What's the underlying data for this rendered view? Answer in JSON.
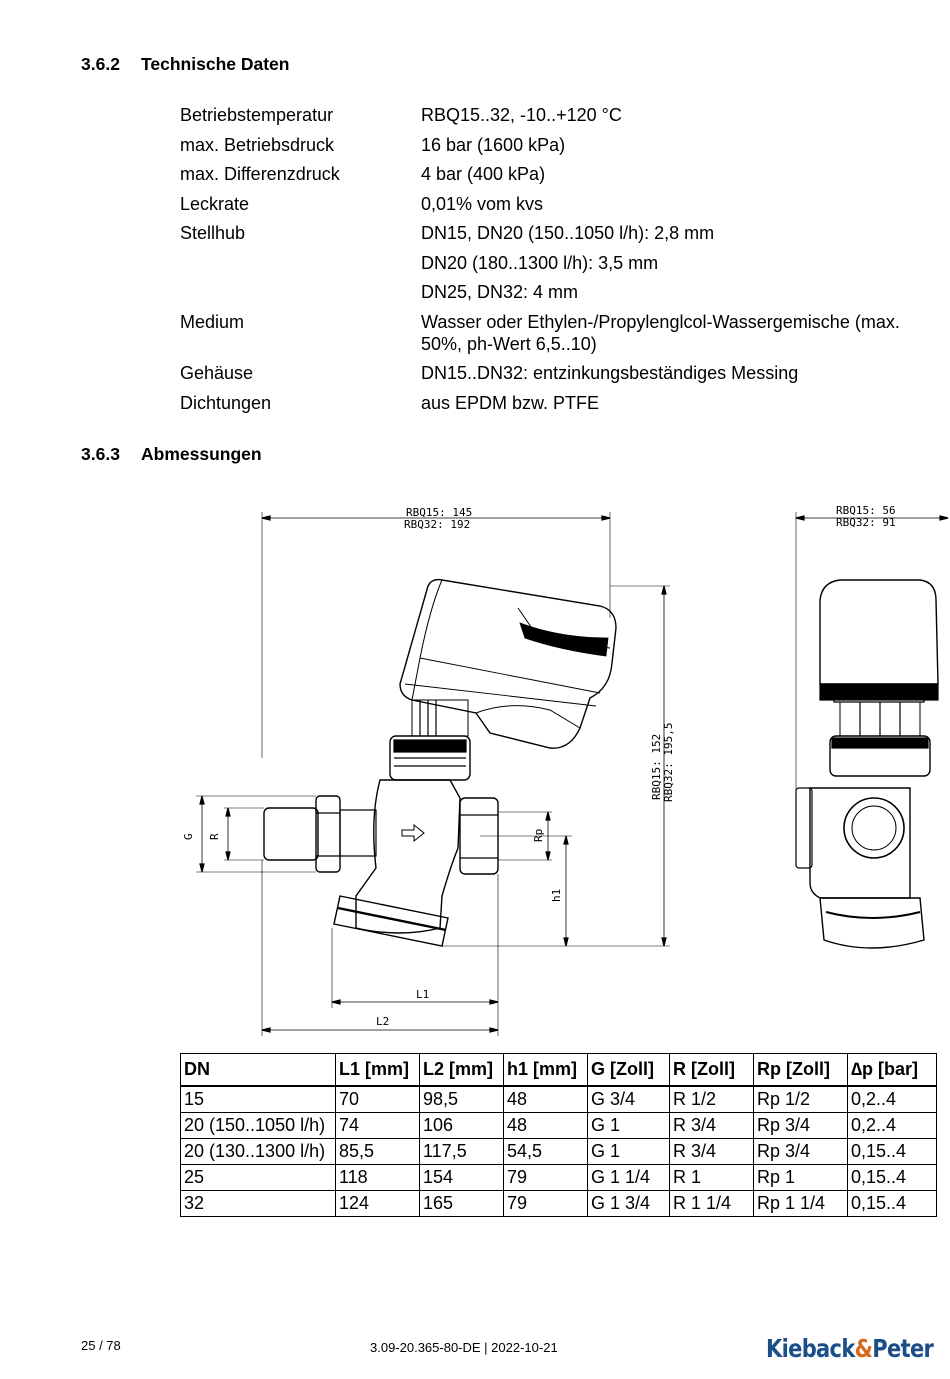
{
  "sections": {
    "tech": {
      "number": "3.6.2",
      "title": "Technische Daten"
    },
    "dims": {
      "number": "3.6.3",
      "title": "Abmessungen"
    }
  },
  "specs": [
    {
      "label": "Betriebstemperatur",
      "value": "RBQ15..32,  -10..+120 °C"
    },
    {
      "label": "max. Betriebsdruck",
      "value": "16 bar (1600 kPa)"
    },
    {
      "label": "max. Differenzdruck",
      "value": "4 bar (400 kPa)"
    },
    {
      "label": "Leckrate",
      "value": "0,01% vom kvs"
    },
    {
      "label": "Stellhub",
      "value": "DN15, DN20 (150..1050 l/h): 2,8 mm"
    },
    {
      "label": "",
      "value": "DN20 (180..1300 l/h): 3,5 mm"
    },
    {
      "label": "",
      "value": "DN25, DN32: 4 mm"
    },
    {
      "label": "Medium",
      "value": "Wasser oder Ethylen-/Propylenglcol-Wassergemische (max. 50%, ph-Wert 6,5..10)"
    },
    {
      "label": "Gehäuse",
      "value": "DN15..DN32: entzinkungsbeständiges Messing"
    },
    {
      "label": "Dichtungen",
      "value": "aus EPDM bzw. PTFE"
    }
  ],
  "drawing": {
    "top_width_1": "RBQ15: 145",
    "top_width_2": "RBQ32: 192",
    "side_width_1": "RBQ15: 56",
    "side_width_2": "RBQ32: 91",
    "height_1": "RBQ15: 152",
    "height_2": "RBQ32: 195,5",
    "label_G": "G",
    "label_R": "R",
    "label_Rp": "Rp",
    "label_h1": "h1",
    "label_L1": "L1",
    "label_L2": "L2"
  },
  "dimensions_table": {
    "headers": [
      "DN",
      "L1 [mm]",
      "L2 [mm]",
      "h1 [mm]",
      "G [Zoll]",
      "R [Zoll]",
      "Rp [Zoll]",
      "∆p [bar]"
    ],
    "rows": [
      [
        "15",
        "70",
        "98,5",
        "48",
        "G 3/4",
        "R 1/2",
        "Rp 1/2",
        "0,2..4"
      ],
      [
        "20 (150..1050 l/h)",
        "74",
        "106",
        "48",
        "G 1",
        "R 3/4",
        "Rp 3/4",
        "0,2..4"
      ],
      [
        "20 (130..1300 l/h)",
        "85,5",
        "117,5",
        "54,5",
        "G 1",
        "R 3/4",
        "Rp 3/4",
        "0,15..4"
      ],
      [
        "25",
        "118",
        "154",
        "79",
        "G 1 1/4",
        "R 1",
        "Rp 1",
        "0,15..4"
      ],
      [
        "32",
        "124",
        "165",
        "79",
        "G 1 3/4",
        "R 1 1/4",
        "Rp 1 1/4",
        "0,15..4"
      ]
    ]
  },
  "footer": {
    "page": "25 / 78",
    "doc": "3.09-20.365-80-DE | 2022-10-21",
    "logo_part1": "Kieback",
    "logo_amp": "&",
    "logo_part2": "Peter"
  },
  "colors": {
    "logo_blue": "#1c4f8a",
    "logo_orange": "#d46a1a"
  }
}
